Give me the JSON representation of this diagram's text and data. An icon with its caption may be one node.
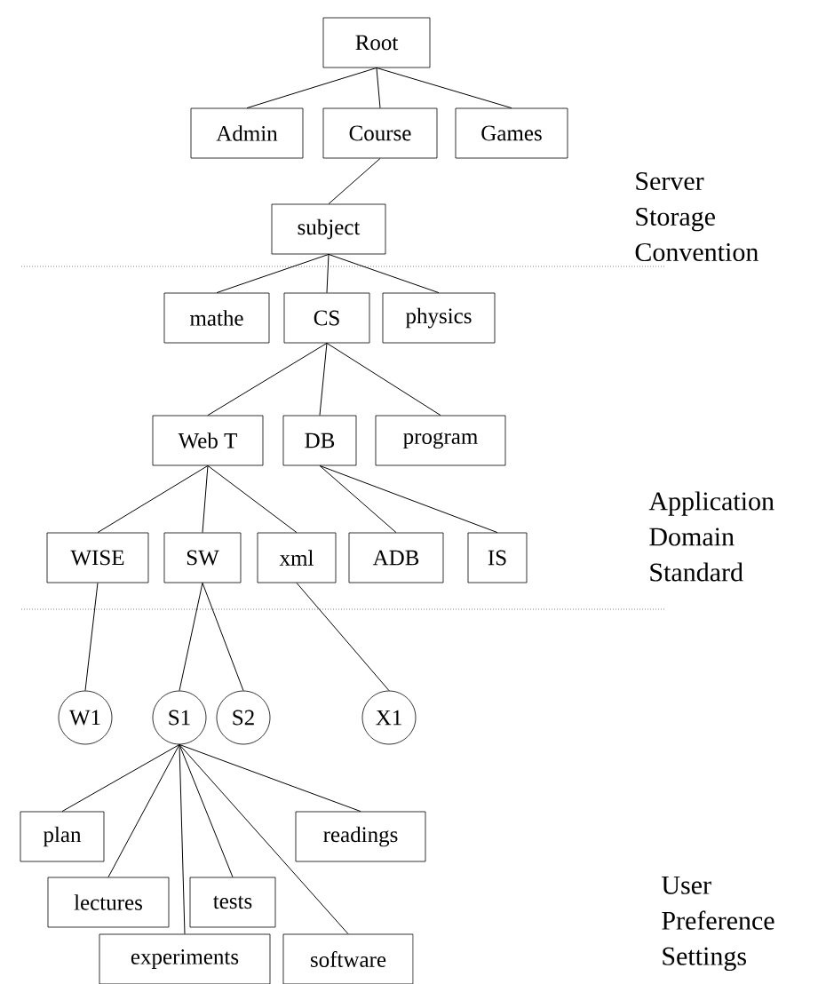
{
  "diagram": {
    "nodes": [
      {
        "text": [
          "Root"
        ]
      },
      {
        "text": [
          "Admin"
        ]
      },
      {
        "text": [
          "Course"
        ]
      },
      {
        "text": [
          "Games"
        ]
      },
      {
        "text": [
          "subject"
        ]
      },
      {
        "text": [
          "mathe"
        ]
      },
      {
        "text": [
          "CS"
        ]
      },
      {
        "text": [
          "physics"
        ]
      },
      {
        "text": [
          "Web T"
        ]
      },
      {
        "text": [
          "DB"
        ]
      },
      {
        "text": [
          "program"
        ]
      },
      {
        "text": [
          "WISE"
        ]
      },
      {
        "text": [
          "SW"
        ]
      },
      {
        "text": [
          "xml"
        ]
      },
      {
        "text": [
          "ADB"
        ]
      },
      {
        "text": [
          "IS"
        ]
      },
      {
        "text": [
          "W1"
        ]
      },
      {
        "text": [
          "S1"
        ]
      },
      {
        "text": [
          "S2"
        ]
      },
      {
        "text": [
          "X1"
        ]
      },
      {
        "text": [
          "plan"
        ]
      },
      {
        "text": [
          "readings"
        ]
      },
      {
        "text": [
          "lectures"
        ]
      },
      {
        "text": [
          "tests"
        ]
      },
      {
        "text": [
          "experiments"
        ]
      },
      {
        "text": [
          "software"
        ]
      }
    ],
    "edges": [
      {
        "from": 0,
        "to": 1,
        "arrow": "none"
      },
      {
        "from": 0,
        "to": 2,
        "arrow": "none"
      },
      {
        "from": 0,
        "to": 3,
        "arrow": "none"
      },
      {
        "from": 2,
        "to": 4,
        "arrow": "none"
      },
      {
        "from": 4,
        "to": 5,
        "arrow": "none"
      },
      {
        "from": 4,
        "to": 6,
        "arrow": "none"
      },
      {
        "from": 4,
        "to": 7,
        "arrow": "none"
      },
      {
        "from": 6,
        "to": 8,
        "arrow": "none"
      },
      {
        "from": 6,
        "to": 9,
        "arrow": "none"
      },
      {
        "from": 6,
        "to": 10,
        "arrow": "none"
      },
      {
        "from": 8,
        "to": 11,
        "arrow": "none"
      },
      {
        "from": 8,
        "to": 12,
        "arrow": "none"
      },
      {
        "from": 8,
        "to": 13,
        "arrow": "none"
      },
      {
        "from": 9,
        "to": 14,
        "arrow": "none"
      },
      {
        "from": 9,
        "to": 15,
        "arrow": "none"
      },
      {
        "from": 11,
        "to": 16,
        "arrow": "none"
      },
      {
        "from": 12,
        "to": 17,
        "arrow": "none"
      },
      {
        "from": 12,
        "to": 18,
        "arrow": "none"
      },
      {
        "from": 13,
        "to": 19,
        "arrow": "none"
      },
      {
        "from": 17,
        "to": 20,
        "arrow": "none"
      },
      {
        "from": 17,
        "to": 21,
        "arrow": "none"
      },
      {
        "from": 17,
        "to": 22,
        "arrow": "none"
      },
      {
        "from": 17,
        "to": 23,
        "arrow": "none"
      },
      {
        "from": 17,
        "to": 24,
        "arrow": "none"
      },
      {
        "from": 17,
        "to": 25,
        "arrow": "none"
      }
    ],
    "labels": [
      "Server Storage Convention",
      "Application Domain Standard",
      "User Preference Settings"
    ]
  }
}
